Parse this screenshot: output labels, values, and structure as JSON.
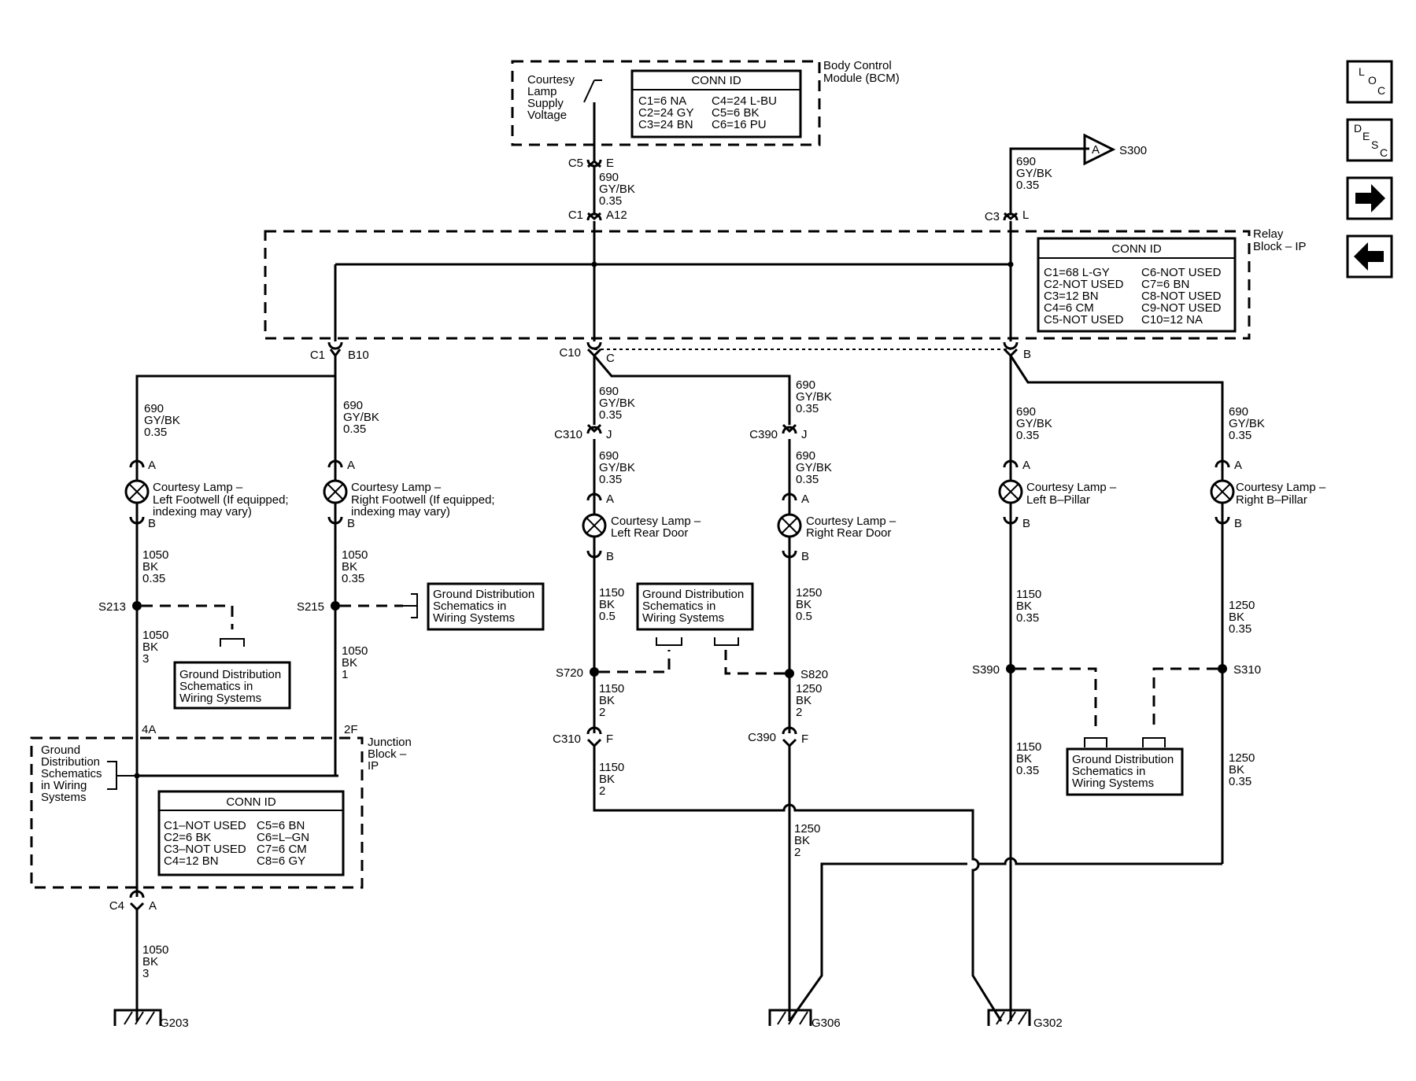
{
  "bcm": {
    "name_line1": "Body Control",
    "name_line2": "Module (BCM)",
    "supply_lines": [
      "Courtesy",
      "Lamp",
      "Supply",
      "Voltage"
    ],
    "conn_title": "CONN ID",
    "conn_rows": [
      "C1=6 NA",
      "C2=24 GY",
      "C3=24 BN",
      "C4=24 L-BU",
      "C5=6 BK",
      "C6=16 PU"
    ]
  },
  "relay_block": {
    "name_line1": "Relay",
    "name_line2": "Block – IP",
    "conn_title": "CONN ID",
    "conn_rows": [
      "C1=68 L-GY",
      "C2-NOT USED",
      "C3=12 BN",
      "C4=6 CM",
      "C5-NOT USED",
      "C6-NOT USED",
      "C7=6 BN",
      "C8-NOT USED",
      "C9-NOT USED",
      "C10=12 NA"
    ]
  },
  "junction_block": {
    "name_line1": "Junction",
    "name_line2": "Block –",
    "name_line3": "IP",
    "gds_lines": [
      "Ground",
      "Distribution",
      "Schematics",
      "in Wiring",
      "Systems"
    ],
    "conn_title": "CONN ID",
    "conn_rows": [
      "C1–NOT USED",
      "C2=6 BK",
      "C3–NOT USED",
      "C4=12 BN",
      "C5=6 BN",
      "C6=L–GN",
      "C7=6 CM",
      "C8=6 GY"
    ]
  },
  "offpage": {
    "arrow_letter": "A",
    "target": "S300"
  },
  "connectors": {
    "c5": "C5",
    "c5_pin": "E",
    "c1_top": "C1",
    "c1_top_pin": "A12",
    "c3_top": "C3",
    "c3_top_pin": "L",
    "c1_b10": "C1",
    "c1_b10_pin": "B10",
    "c10": "C10",
    "c10_pin": "C",
    "c10_b_pin": "B",
    "c310_j": "C310",
    "c310_j_pin": "J",
    "c390_j": "C390",
    "c390_j_pin": "J",
    "c310_f": "C310",
    "c310_f_pin": "F",
    "c390_f": "C390",
    "c390_f_pin": "F",
    "c4": "C4",
    "c4_pin": "A",
    "jb_4a": "4A",
    "jb_2f": "2F"
  },
  "wires": {
    "w_bcm": [
      "690",
      "GY/BK",
      "0.35"
    ],
    "w_s300": [
      "690",
      "GY/BK",
      "0.35"
    ],
    "w_lf_top": [
      "690",
      "GY/BK",
      "0.35"
    ],
    "w_rf_top": [
      "690",
      "GY/BK",
      "0.35"
    ],
    "w_lr_top": [
      "690",
      "GY/BK",
      "0.35"
    ],
    "w_rr_top": [
      "690",
      "GY/BK",
      "0.35"
    ],
    "w_lr_mid": [
      "690",
      "GY/BK",
      "0.35"
    ],
    "w_rr_mid": [
      "690",
      "GY/BK",
      "0.35"
    ],
    "w_lb_top": [
      "690",
      "GY/BK",
      "0.35"
    ],
    "w_rb_top": [
      "690",
      "GY/BK",
      "0.35"
    ],
    "w_lf_bot": [
      "1050",
      "BK",
      "0.35"
    ],
    "w_rf_bot": [
      "1050",
      "BK",
      "0.35"
    ],
    "w_lf_s213": [
      "1050",
      "BK",
      "3"
    ],
    "w_rf_s215": [
      "1050",
      "BK",
      "1"
    ],
    "w_lr_bot": [
      "1150",
      "BK",
      "0.5"
    ],
    "w_rr_bot": [
      "1250",
      "BK",
      "0.5"
    ],
    "w_lr_s720": [
      "1150",
      "BK",
      "2"
    ],
    "w_rr_s820": [
      "1250",
      "BK",
      "2"
    ],
    "w_lr_f": [
      "1150",
      "BK",
      "2"
    ],
    "w_rr_f": [
      "1250",
      "BK",
      "2"
    ],
    "w_lb_bot": [
      "1150",
      "BK",
      "0.35"
    ],
    "w_rb_bot": [
      "1250",
      "BK",
      "0.35"
    ],
    "w_lb_s390": [
      "1150",
      "BK",
      "0.35"
    ],
    "w_rb_s310": [
      "1250",
      "BK",
      "0.35"
    ],
    "w_g203": [
      "1050",
      "BK",
      "3"
    ]
  },
  "lamps": {
    "lf": [
      "Courtesy Lamp –",
      "Left Footwell (If equipped;",
      "indexing may vary)"
    ],
    "rf": [
      "Courtesy Lamp –",
      "Right Footwell (If equipped;",
      "indexing may vary)"
    ],
    "lr": [
      "Courtesy Lamp –",
      "Left Rear Door"
    ],
    "rr": [
      "Courtesy Lamp –",
      "Right Rear Door"
    ],
    "lb": [
      "Courtesy Lamp –",
      "Left B–Pillar"
    ],
    "rb": [
      "Courtesy Lamp –",
      "Right B–Pillar"
    ],
    "pin_a": "A",
    "pin_b": "B"
  },
  "splices": {
    "s213": "S213",
    "s215": "S215",
    "s720": "S720",
    "s820": "S820",
    "s390": "S390",
    "s310": "S310"
  },
  "gds_box": [
    "Ground Distribution",
    "Schematics in",
    "Wiring  Systems"
  ],
  "grounds": {
    "g203": "G203",
    "g306": "G306",
    "g302": "G302"
  },
  "nav": {
    "loc": [
      "L",
      "O",
      "C"
    ],
    "desc": [
      "D",
      "E",
      "S",
      "C"
    ],
    "forward_icon": "arrow-right-icon",
    "back_icon": "arrow-left-icon"
  }
}
